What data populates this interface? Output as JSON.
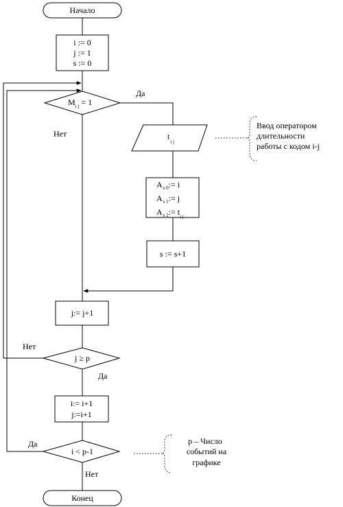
{
  "nodes": {
    "start": "Начало",
    "init": {
      "line1": "i := 0",
      "line2": "j := 1",
      "line3": "s := 0"
    },
    "cond_m": {
      "base": "M",
      "sub": "i j",
      "tail": " = 1"
    },
    "input_t": {
      "base": "t",
      "sub": "i j"
    },
    "assign_a": {
      "l1_base": "A",
      "l1_sub": "s 0",
      "l1_tail": ":= i",
      "l2_base": "A",
      "l2_sub": "s 1",
      "l2_tail": ":= j",
      "l3_base": "A",
      "l3_sub": "s 2",
      "l3_tail": ":= t",
      "l3_tail_sub": "i j"
    },
    "inc_s": "s := s+1",
    "inc_j": "j:= j+1",
    "cond_j": "j ≥ p",
    "inc_i": {
      "line1": "i:= i+1",
      "line2": "j:=i+1"
    },
    "cond_i": "i < p-1",
    "end": "Конец"
  },
  "labels": {
    "yes_m": "Да",
    "no_m": "Нет",
    "no_j": "Нет",
    "yes_j": "Да",
    "yes_i": "Да",
    "no_i": "Нет"
  },
  "comments": {
    "input": {
      "line1": "Ввод оператором",
      "line2": "длительности",
      "line3": "работы с кодом i-j"
    },
    "p": {
      "line1": "p – Число",
      "line2": "событий на",
      "line3": "графике"
    }
  }
}
